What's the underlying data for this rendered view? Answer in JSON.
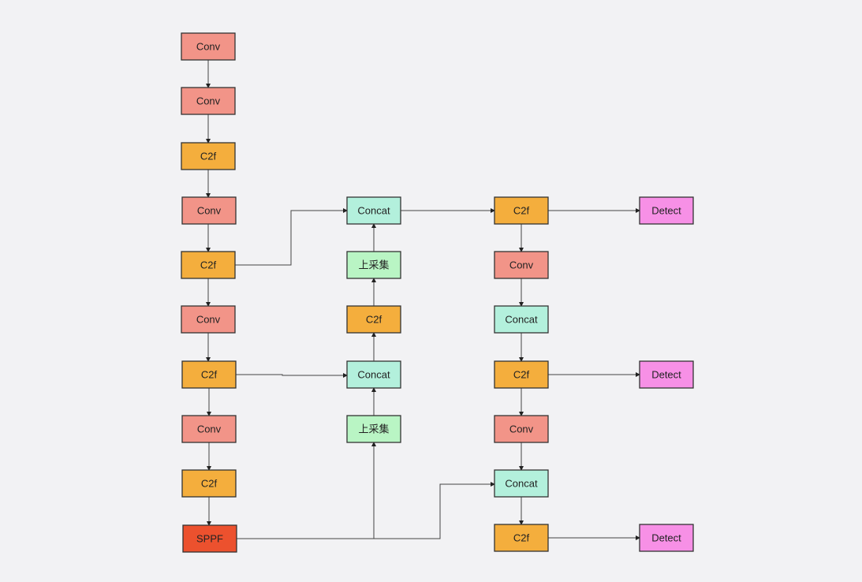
{
  "backbone": [
    "Conv",
    "Conv",
    "C2f",
    "Conv",
    "C2f",
    "Conv",
    "C2f",
    "Conv",
    "C2f",
    "SPPF"
  ],
  "neck": [
    "Concat",
    "上采集",
    "C2f",
    "Concat",
    "上采集"
  ],
  "head": [
    "C2f",
    "Conv",
    "Concat",
    "C2f",
    "Conv",
    "Concat",
    "C2f"
  ],
  "detect": [
    "Detect",
    "Detect",
    "Detect"
  ],
  "colors": {
    "conv": "#f29488",
    "c2f": "#f4ae3d",
    "sppf": "#ec512e",
    "concat": "#b3f0dc",
    "upsample": "#b9f5c4",
    "detect": "#f790e6"
  }
}
